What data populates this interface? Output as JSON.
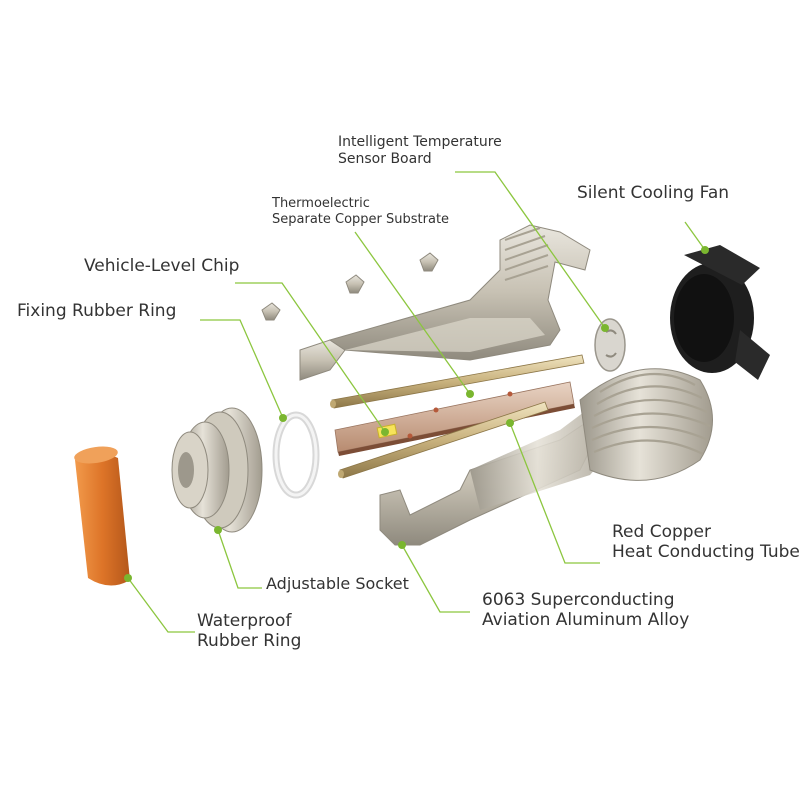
{
  "colors": {
    "leader": "#8cc63f",
    "dot": "#7ab62f",
    "text": "#333333",
    "metal": "#c8c2b4",
    "metal_dark": "#8f8a7e",
    "gold": "#cdb98b",
    "copper": "#b57a5a",
    "orange": "#e07a2e",
    "fan": "#1e1e1e"
  },
  "labels": {
    "sensor_board": [
      "Intelligent Temperature",
      "Sensor Board"
    ],
    "cooling_fan": [
      "Silent Cooling Fan"
    ],
    "copper_substrate": [
      "Thermoelectric",
      "Separate Copper Substrate"
    ],
    "chip": [
      "Vehicle-Level Chip"
    ],
    "fixing_ring": [
      "Fixing Rubber Ring"
    ],
    "heat_tube": [
      "Red Copper",
      "Heat Conducting Tube"
    ],
    "socket": [
      "Adjustable Socket"
    ],
    "aluminum": [
      "6063 Superconducting",
      "Aviation Aluminum Alloy"
    ],
    "waterproof_ring": [
      "Waterproof",
      "Rubber Ring"
    ]
  }
}
